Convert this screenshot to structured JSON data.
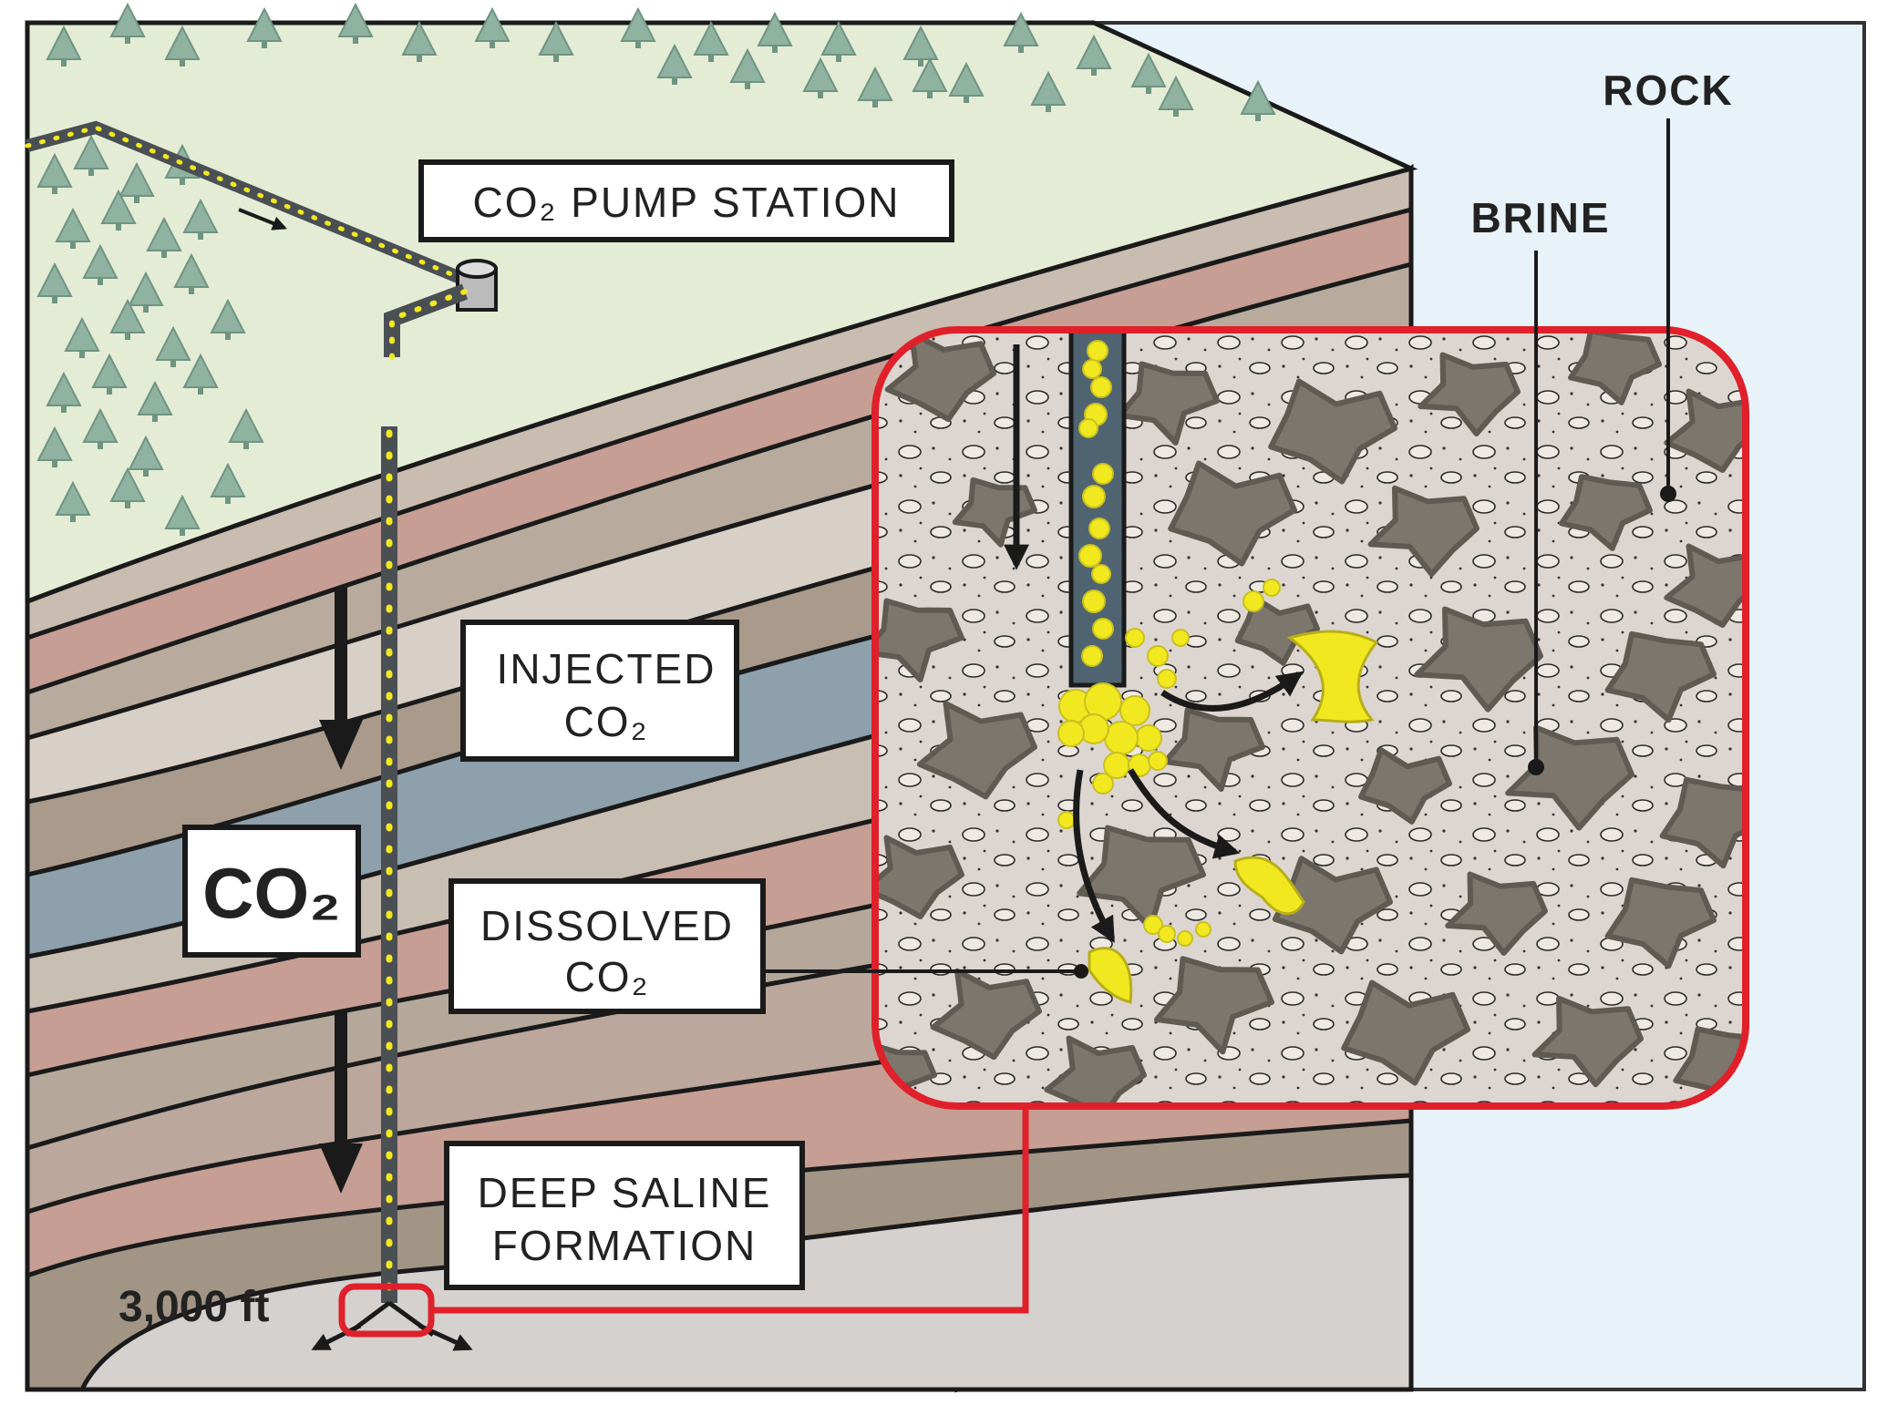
{
  "labels": {
    "pump_station": "CO₂ PUMP STATION",
    "injected_line1": "INJECTED",
    "injected_line2": "CO₂",
    "co2_big": "CO₂",
    "dissolved_line1": "DISSOLVED",
    "dissolved_line2": "CO₂",
    "deep_line1": "DEEP SALINE",
    "deep_line2": "FORMATION",
    "depth": "3,000 ft",
    "rock": "ROCK",
    "brine": "BRINE"
  },
  "colors": {
    "sky": "#e8f2f9",
    "surface": "#e4ecd5",
    "tree": "#8fb3a0",
    "rock_matrix": "#ddd6d0",
    "brine": "#7c766c",
    "co2": "#f1e81f",
    "inset_border": "#e0202a",
    "pipe": "#4a4f54",
    "aquifer_blue": "#8da0ab",
    "layer_pink": "#c69e93",
    "layer_tan": "#b8ab9e",
    "layer_light": "#d8d0c6"
  }
}
